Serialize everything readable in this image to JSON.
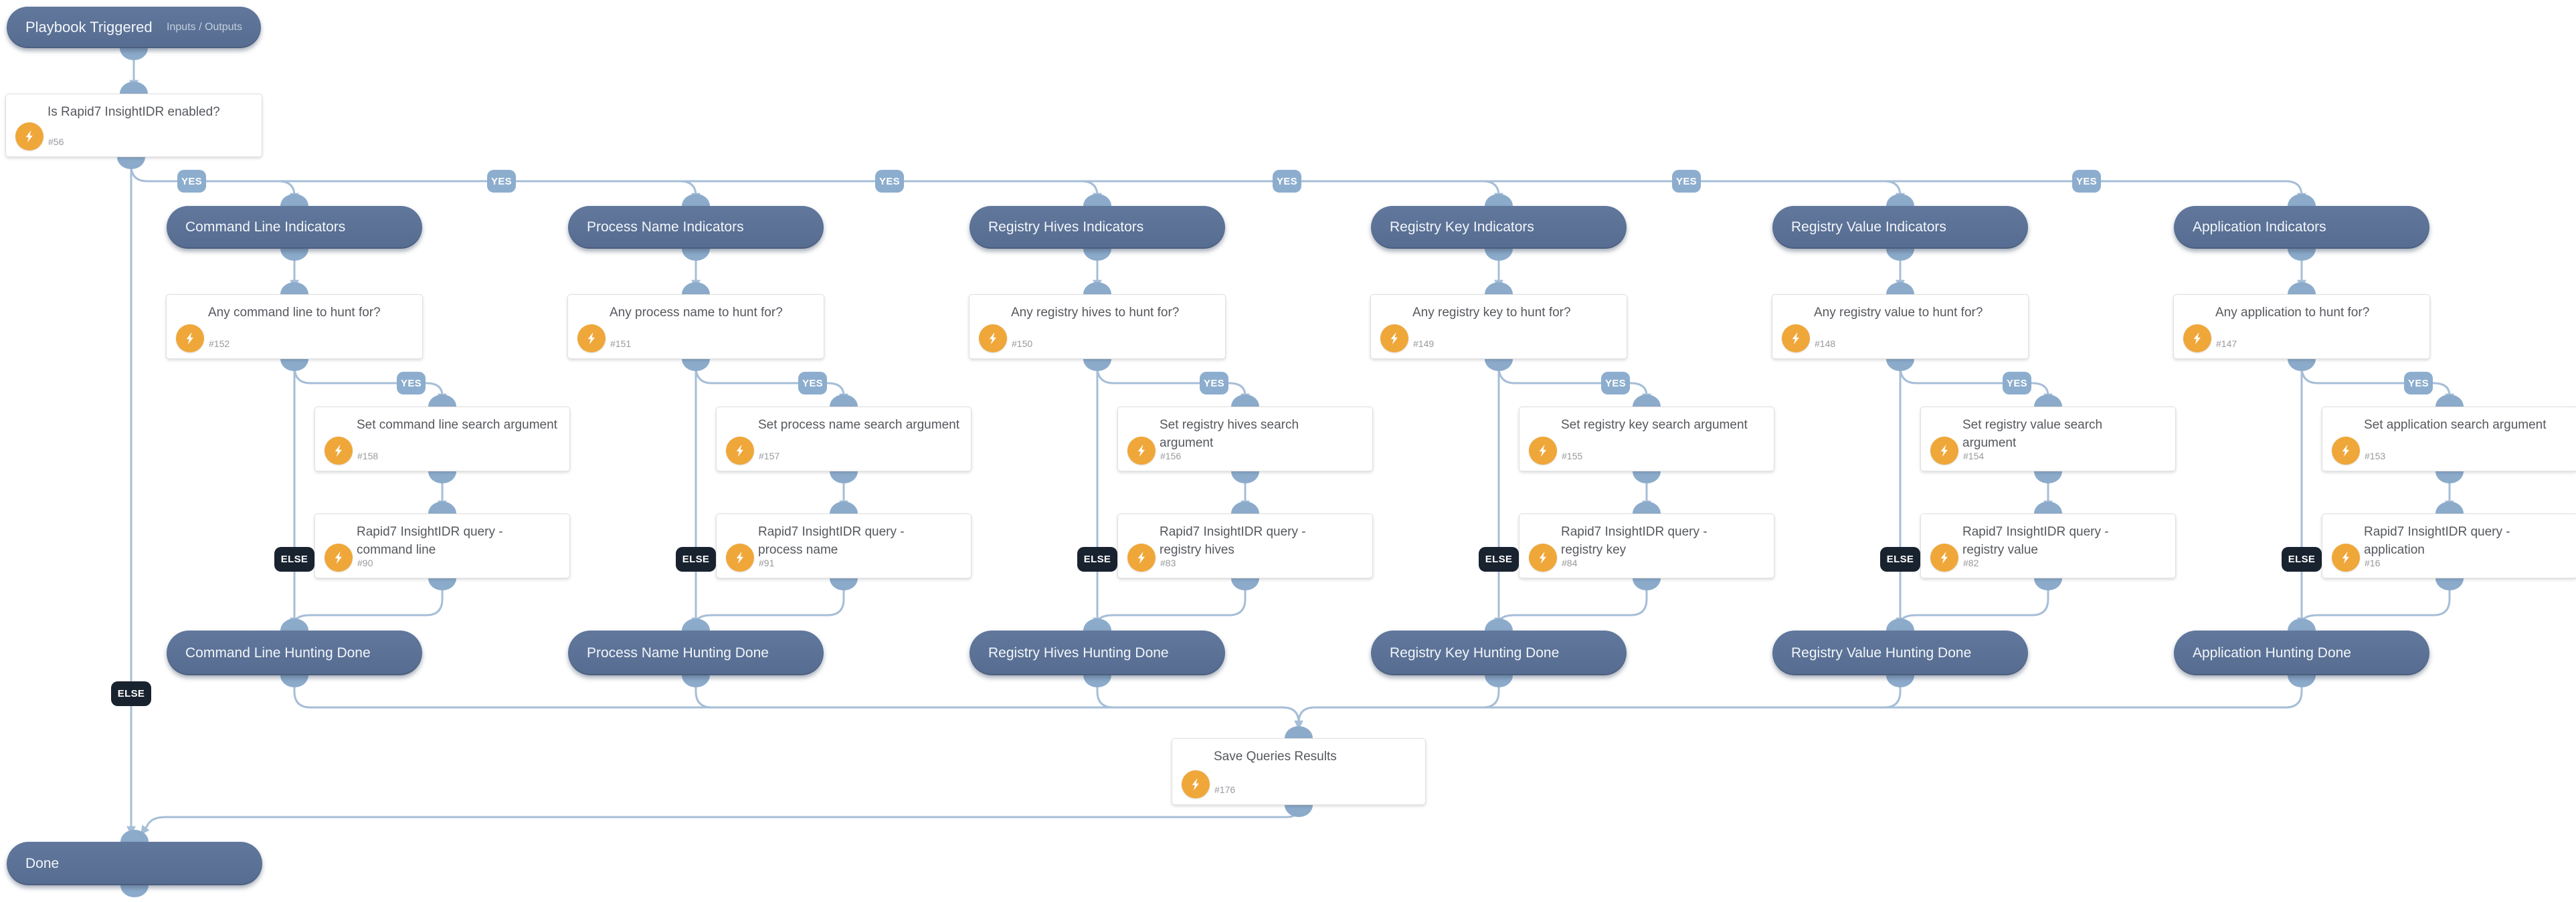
{
  "labels": {
    "yes": "YES",
    "else": "ELSE"
  },
  "start": {
    "title": "Playbook Triggered",
    "link": "Inputs / Outputs"
  },
  "root_condition": {
    "title": "Is Rapid7 InsightIDR enabled?",
    "id": "#56"
  },
  "branches": [
    {
      "header": "Command Line Indicators",
      "condition": {
        "title": "Any command line to hunt for?",
        "id": "#152"
      },
      "set": {
        "title": "Set command line search argument",
        "id": "#158"
      },
      "query": {
        "title": "Rapid7 InsightIDR query - command line",
        "id": "#90"
      },
      "done": "Command Line Hunting Done"
    },
    {
      "header": "Process Name Indicators",
      "condition": {
        "title": "Any process name to hunt for?",
        "id": "#151"
      },
      "set": {
        "title": "Set process name search argument",
        "id": "#157"
      },
      "query": {
        "title": "Rapid7 InsightIDR query - process name",
        "id": "#91"
      },
      "done": "Process Name Hunting Done"
    },
    {
      "header": "Registry Hives Indicators",
      "condition": {
        "title": "Any registry hives to hunt for?",
        "id": "#150"
      },
      "set": {
        "title": "Set registry hives search argument",
        "id": "#156"
      },
      "query": {
        "title": "Rapid7 InsightIDR query - registry hives",
        "id": "#83"
      },
      "done": "Registry Hives Hunting Done"
    },
    {
      "header": "Registry Key Indicators",
      "condition": {
        "title": "Any registry key to hunt for?",
        "id": "#149"
      },
      "set": {
        "title": "Set registry key search argument",
        "id": "#155"
      },
      "query": {
        "title": "Rapid7 InsightIDR query - registry key",
        "id": "#84"
      },
      "done": "Registry Key Hunting Done"
    },
    {
      "header": "Registry Value Indicators",
      "condition": {
        "title": "Any registry value to hunt for?",
        "id": "#148"
      },
      "set": {
        "title": "Set registry value search argument",
        "id": "#154"
      },
      "query": {
        "title": "Rapid7 InsightIDR query - registry value",
        "id": "#82"
      },
      "done": "Registry Value Hunting Done"
    },
    {
      "header": "Application Indicators",
      "condition": {
        "title": "Any application to hunt for?",
        "id": "#147"
      },
      "set": {
        "title": "Set application search argument",
        "id": "#153"
      },
      "query": {
        "title": "Rapid7 InsightIDR query - application",
        "id": "#16"
      },
      "done": "Application Hunting Done"
    }
  ],
  "save_results": {
    "title": "Save Queries Results",
    "id": "#176"
  },
  "end": {
    "title": "Done"
  },
  "colors": {
    "section_pill": "#5d7399",
    "connector": "#a6bed7",
    "nub": "#8cabcb",
    "yes_badge": "#8cadce",
    "else_badge": "#19222f",
    "condition_icon": "#7e9ec5",
    "task_icon": "#7295bd",
    "automation_icon": "#efa73a",
    "box_border": "#e0e0e0"
  }
}
